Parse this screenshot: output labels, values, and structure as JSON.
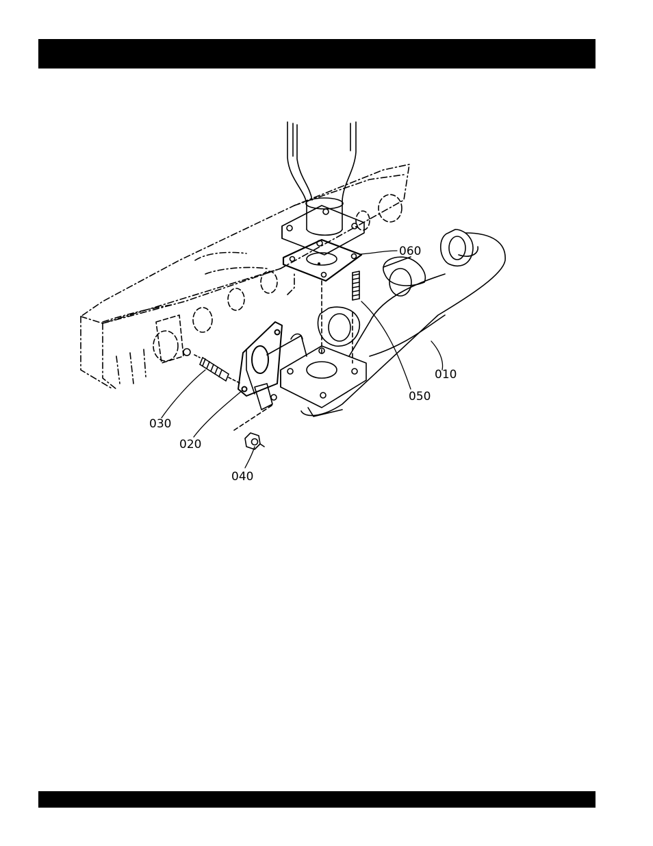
{
  "header": {
    "text": ""
  },
  "footer": {
    "text": ""
  },
  "diagram": {
    "callouts": [
      {
        "id": "c060",
        "label": "060"
      },
      {
        "id": "c010",
        "label": "010"
      },
      {
        "id": "c050",
        "label": "050"
      },
      {
        "id": "c030",
        "label": "030"
      },
      {
        "id": "c020",
        "label": "020"
      },
      {
        "id": "c040",
        "label": "040"
      }
    ]
  }
}
